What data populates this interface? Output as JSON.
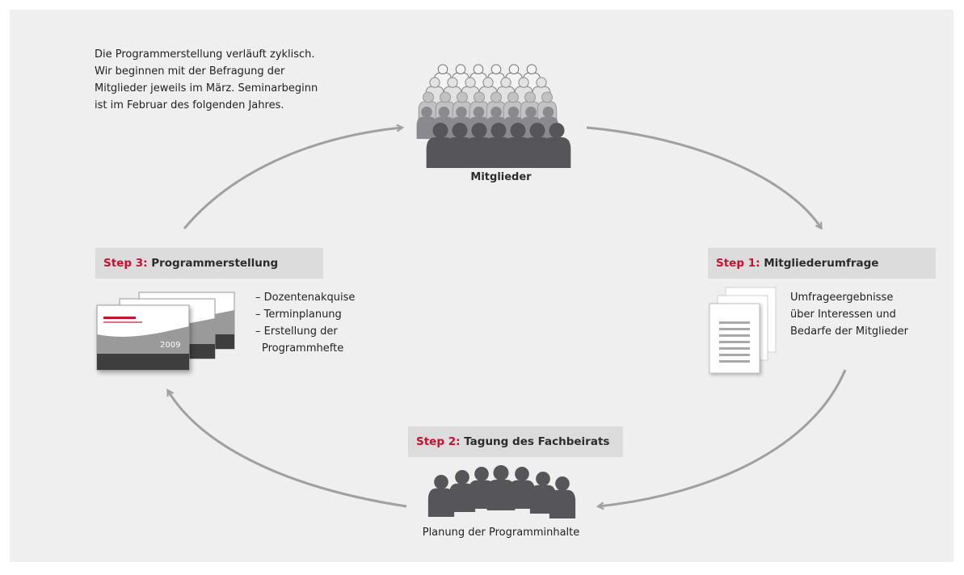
{
  "intro": {
    "lines": [
      "Die Programmerstellung verläuft zyklisch.",
      "Wir beginnen mit der Befragung der",
      "Mitglieder jeweils im März. Seminarbeginn",
      "ist im Februar des folgenden Jahres."
    ]
  },
  "center": {
    "title": "Mitglieder"
  },
  "step1": {
    "prefix": "Step 1:",
    "title": "Mitgliederumfrage",
    "lines": [
      "Umfrageergebnisse",
      "über Interessen und",
      "Bedarfe der Mitglieder"
    ]
  },
  "step2": {
    "prefix": "Step 2:",
    "title": "Tagung des Fachbeirats",
    "caption": "Planung der Programminhalte"
  },
  "step3": {
    "prefix": "Step 3:",
    "title": "Programmerstellung",
    "lines": [
      "– Dozentenakquise",
      "– Terminplanung",
      "– Erstellung der",
      "Programmhefte"
    ],
    "booklet_year": "2009"
  },
  "colors": {
    "accent_red": "#c8102e",
    "arrow_gray": "#a0a0a0",
    "person_dark": "#55555a",
    "person_mid": "#8a8a8e",
    "person_light": "#c2c2c4"
  }
}
